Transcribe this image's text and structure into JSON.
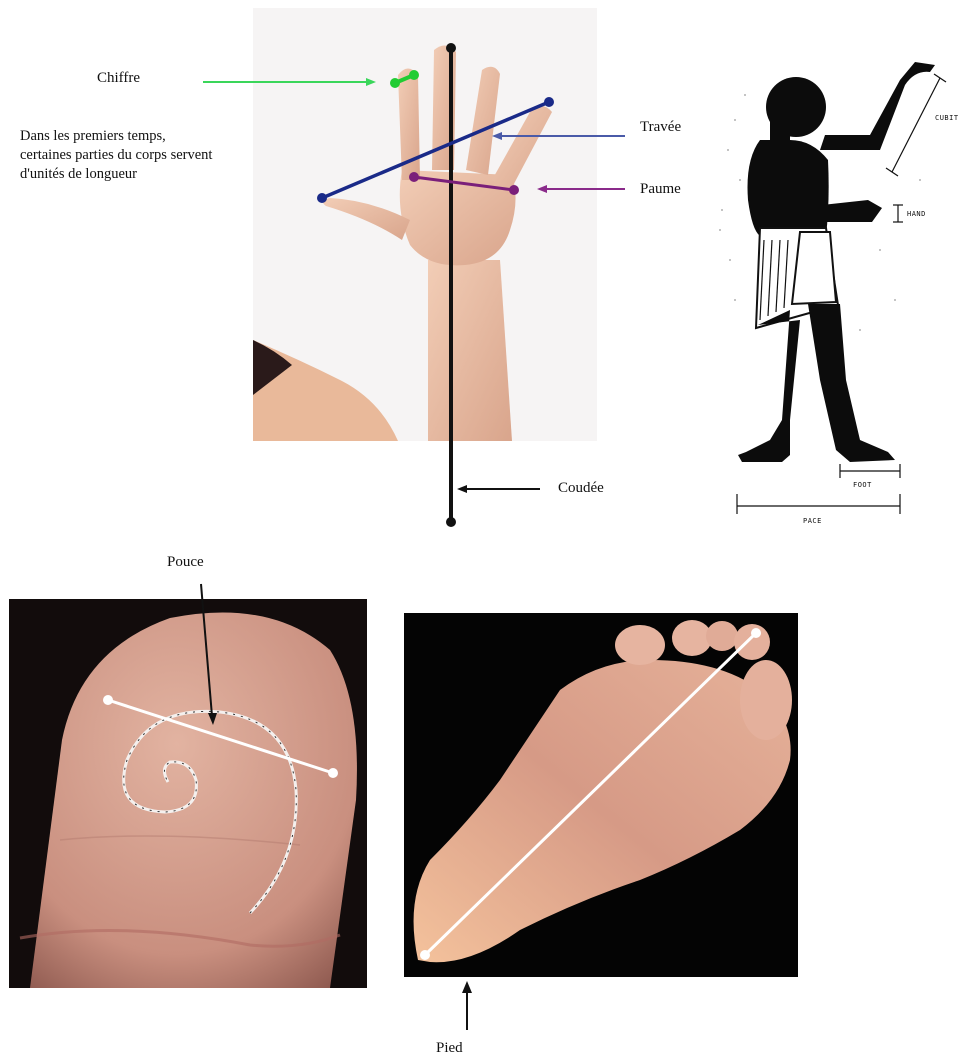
{
  "labels": {
    "digit": "Chiffre",
    "span": "Travée",
    "palm": "Paume",
    "cubit": "Coudée",
    "thumb": "Pouce",
    "foot": "Pied"
  },
  "intro": "Dans les premiers temps, certaines parties du corps servent d'unités de longueur",
  "figure_labels": {
    "cubit": "CUBIT",
    "hand": "HAND",
    "foot": "FOOT",
    "pace": "PACE"
  },
  "colors": {
    "digit": "#22cc33",
    "span": "#1a2a88",
    "span_arrow": "#4a5aa8",
    "palm": "#7a1f7a",
    "cubit": "#111111",
    "measure_white": "#ffffff",
    "photo_dark": "#120c0c",
    "skin": "#e8b9a0"
  }
}
